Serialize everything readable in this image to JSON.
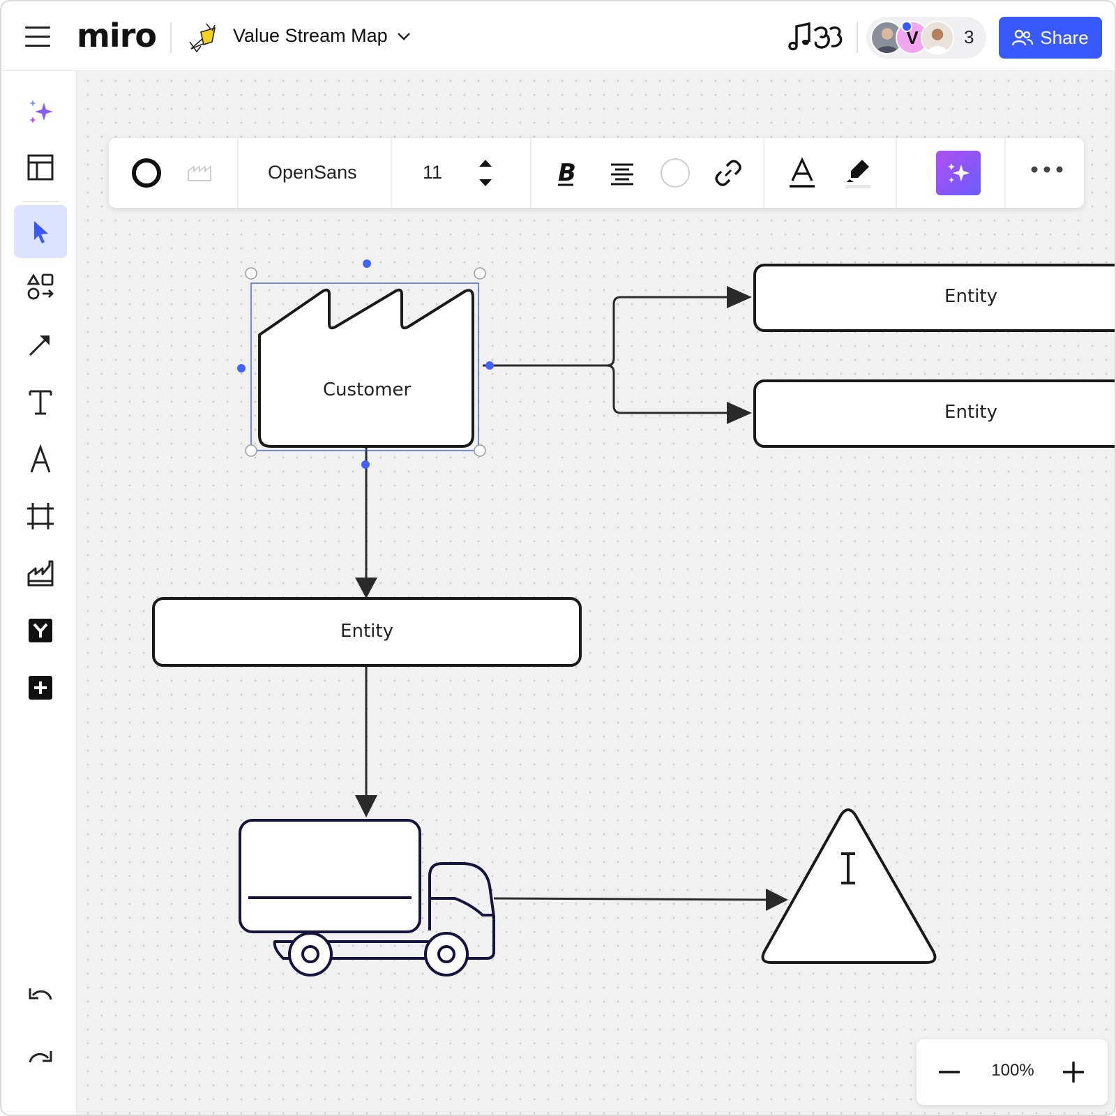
{
  "app": {
    "logo": "miro"
  },
  "board": {
    "title": "Value Stream Map"
  },
  "collaborators": {
    "avatar_initial": "V",
    "count": "3"
  },
  "share": {
    "label": "Share"
  },
  "context_toolbar": {
    "font": "OpenSans",
    "font_size": "11"
  },
  "diagram": {
    "factory_label": "Customer",
    "entity_top_right": "Entity",
    "entity_mid_right": "Entity",
    "entity_center": "Entity"
  },
  "zoom": {
    "level": "100%"
  },
  "colors": {
    "accent": "#3859ff",
    "selection": "#4262ff",
    "stroke": "#1a1a1a",
    "truck": "#14143c"
  }
}
